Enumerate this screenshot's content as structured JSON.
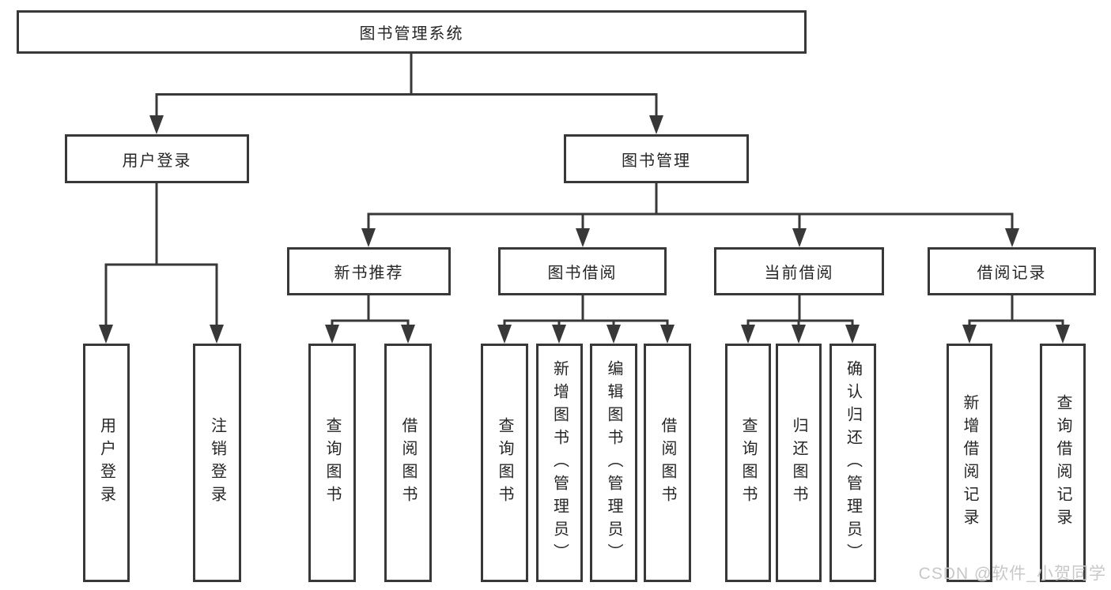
{
  "diagram": {
    "title": "图书管理系统",
    "level1": [
      {
        "label": "用户登录"
      },
      {
        "label": "图书管理"
      }
    ],
    "level2": [
      {
        "label": "新书推荐"
      },
      {
        "label": "图书借阅"
      },
      {
        "label": "当前借阅"
      },
      {
        "label": "借阅记录"
      }
    ],
    "leaves": [
      {
        "label": "用户登录"
      },
      {
        "label": "注销登录"
      },
      {
        "label": "查询图书"
      },
      {
        "label": "借阅图书"
      },
      {
        "label": "查询图书"
      },
      {
        "label": "新增图书（管理员）"
      },
      {
        "label": "编辑图书（管理员）"
      },
      {
        "label": "借阅图书"
      },
      {
        "label": "查询图书"
      },
      {
        "label": "归还图书"
      },
      {
        "label": "确认归还（管理员）"
      },
      {
        "label": "新增借阅记录"
      },
      {
        "label": "查询借阅记录"
      }
    ],
    "colors": {
      "line": "#383838",
      "box_border": "#383838",
      "text": "#262626",
      "background": "#ffffff"
    }
  },
  "watermark": {
    "text": "CSDN @软件_小贺同学",
    "color": "#c8c8c8"
  }
}
